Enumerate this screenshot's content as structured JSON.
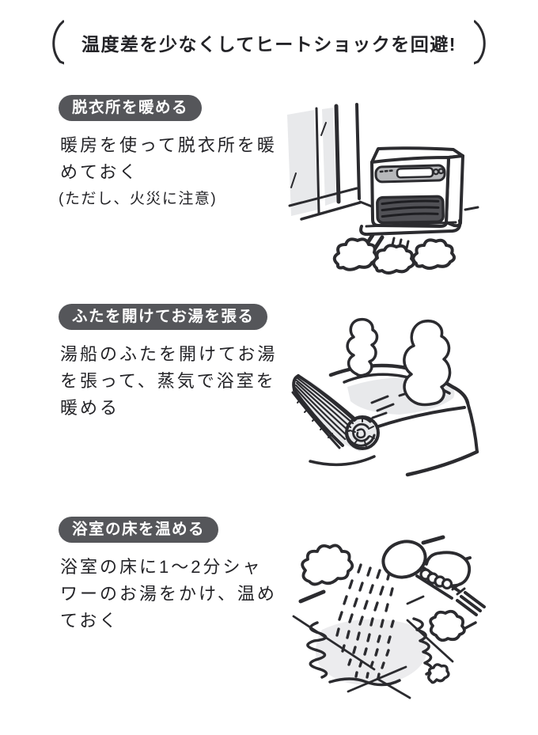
{
  "colors": {
    "ink": "#2b2b2f",
    "badge_bg": "#55565a",
    "badge_text": "#ffffff",
    "shade_gray": "#e8e9eb",
    "panel_gray": "#b7b8bb",
    "vent_dark": "#515156",
    "puddle_gray": "#ececee"
  },
  "title": {
    "left_paren": "(",
    "text": "温度差を少なくしてヒートショックを回避!",
    "right_paren": ")"
  },
  "sections": [
    {
      "badge": "脱衣所を暖める",
      "body": "暖房を使って脱衣所を暖\nめておく",
      "note": "(ただし、火災に注意)",
      "illustration": "fan-heater-warming-dressing-room"
    },
    {
      "badge": "ふたを開けてお湯を張る",
      "body": "湯船のふたを開けてお湯\nを張って、蒸気で浴室を\n暖める",
      "note": "",
      "illustration": "bathtub-lid-open-with-steam"
    },
    {
      "badge": "浴室の床を温める",
      "body": "浴室の床に1〜2分シャ\nワーのお湯をかけ、温め\nておく",
      "note": "",
      "illustration": "shower-spraying-bathroom-floor"
    }
  ]
}
